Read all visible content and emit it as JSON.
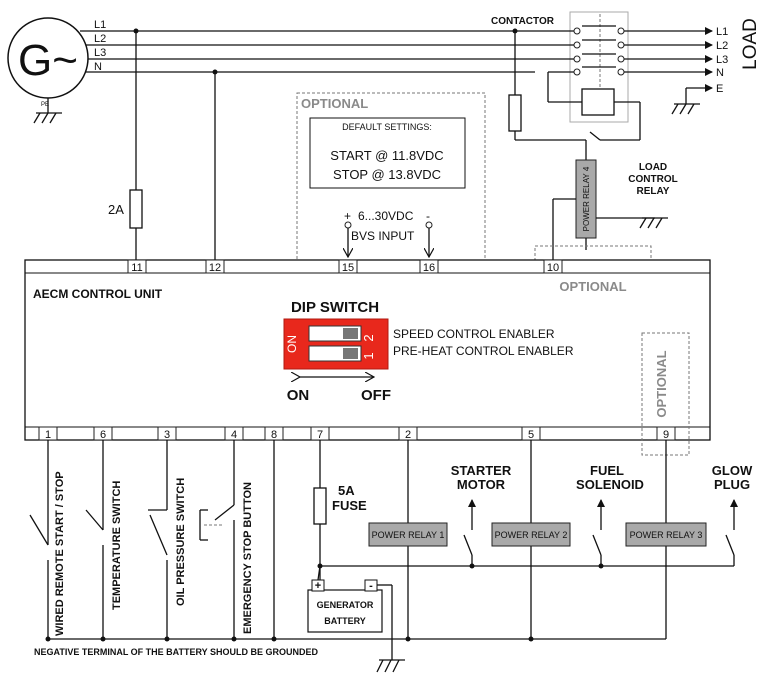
{
  "generator": {
    "symbol": "G~",
    "pe": "PE",
    "lines": [
      "L1",
      "L2",
      "L3",
      "N"
    ]
  },
  "load": {
    "label": "LOAD",
    "lines": [
      "L1",
      "L2",
      "L3",
      "N",
      "E"
    ]
  },
  "contactor": {
    "label": "CONTACTOR"
  },
  "fuse_2a": {
    "label": "2A"
  },
  "optional_top": {
    "label": "OPTIONAL",
    "default_settings": "DEFAULT SETTINGS:",
    "start": "START @ 11.8VDC",
    "stop": "STOP @ 13.8VDC",
    "voltage_range": "6...30VDC",
    "plus": "+",
    "minus": "-",
    "bvs_input": "BVS INPUT"
  },
  "relay4": {
    "label": "POWER RELAY 4",
    "caption": [
      "LOAD",
      "CONTROL",
      "RELAY"
    ]
  },
  "optional_relay": {
    "label": "OPTIONAL"
  },
  "optional_glow": {
    "label": "OPTIONAL"
  },
  "control_unit": {
    "title": "AECM CONTROL UNIT"
  },
  "dip_switch": {
    "title": "DIP SWITCH",
    "on_label": "ON",
    "switch_numbers": [
      "1",
      "2"
    ],
    "speed_control": "SPEED CONTROL ENABLER",
    "preheat_control": "PRE-HEAT CONTROL ENABLER",
    "arrow_on": "ON",
    "arrow_off": "OFF"
  },
  "top_terminals": [
    "11",
    "12",
    "15",
    "16",
    "10"
  ],
  "bottom_terminals": [
    "1",
    "6",
    "3",
    "4",
    "8",
    "7",
    "2",
    "5",
    "9"
  ],
  "switches": [
    "WIRED REMOTE START / STOP",
    "TEMPERATURE SWITCH",
    "OIL PRESSURE SWITCH",
    "EMERGENCY STOP BUTTON"
  ],
  "fuse_5a": {
    "line1": "5A",
    "line2": "FUSE"
  },
  "relays": [
    "POWER RELAY 1",
    "POWER RELAY 2",
    "POWER RELAY 3"
  ],
  "outputs": [
    {
      "line1": "STARTER",
      "line2": "MOTOR"
    },
    {
      "line1": "FUEL",
      "line2": "SOLENOID"
    },
    {
      "line1": "GLOW",
      "line2": "PLUG"
    }
  ],
  "battery": {
    "plus": "+",
    "minus": "-",
    "line1": "GENERATOR",
    "line2": "BATTERY"
  },
  "footer_note": "NEGATIVE TERMINAL OF THE BATTERY SHOULD BE GROUNDED"
}
